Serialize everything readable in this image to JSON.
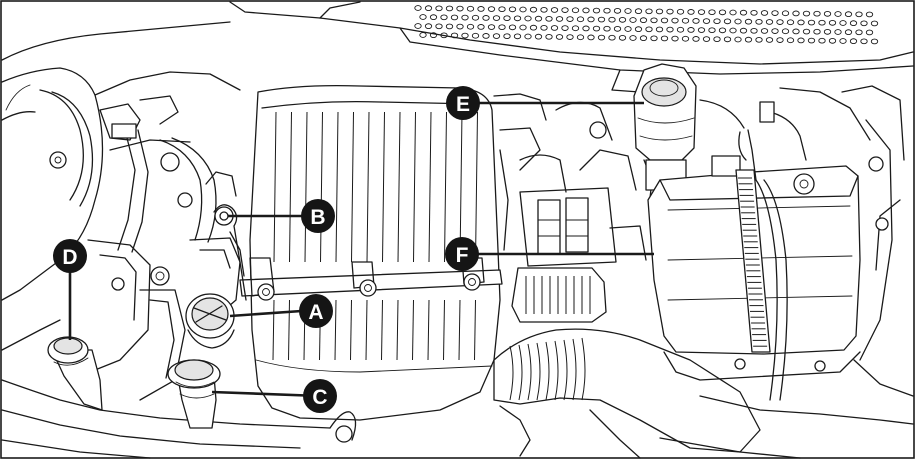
{
  "callouts": [
    {
      "id": "a",
      "letter": "A"
    },
    {
      "id": "b",
      "letter": "B"
    },
    {
      "id": "c",
      "letter": "C"
    },
    {
      "id": "d",
      "letter": "D"
    },
    {
      "id": "e",
      "letter": "E"
    },
    {
      "id": "f",
      "letter": "F"
    }
  ],
  "colors": {
    "ink": "#1a1a1a",
    "callout_fill": "#151515",
    "callout_text": "#ffffff",
    "background": "#ffffff"
  }
}
